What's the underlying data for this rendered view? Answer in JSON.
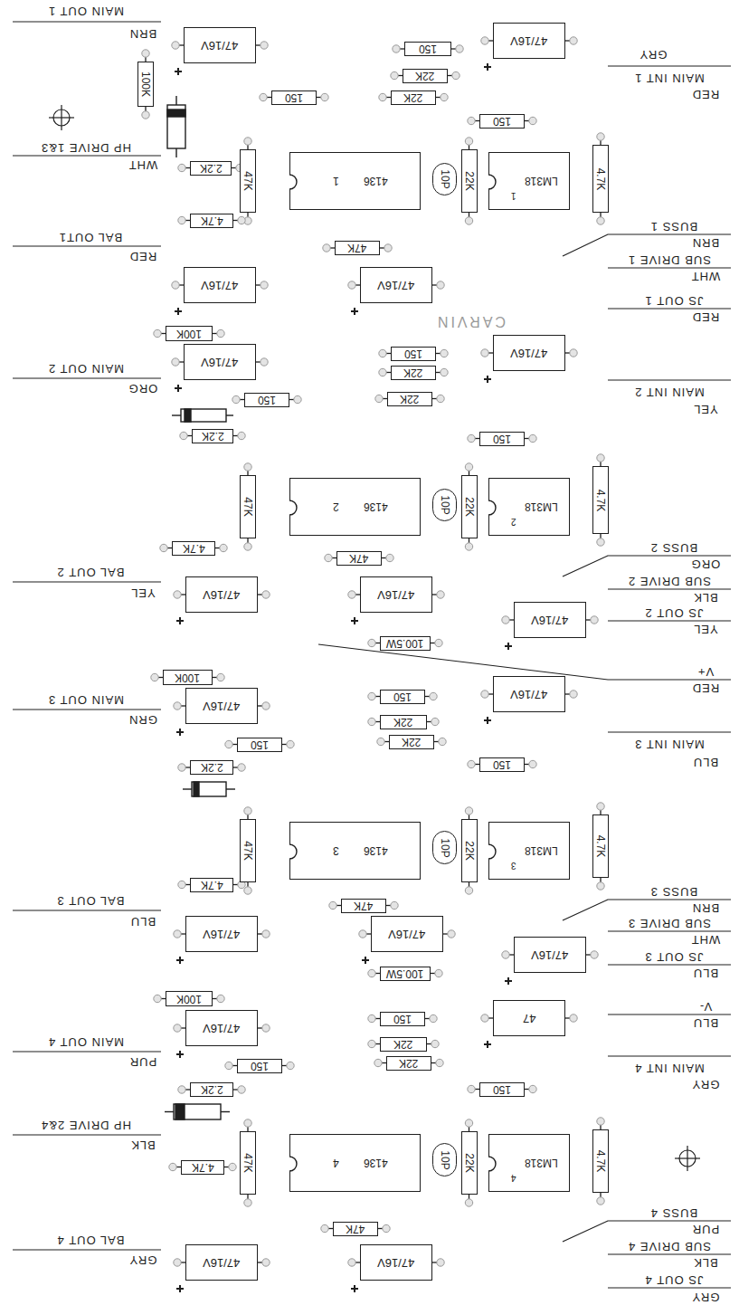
{
  "diagram": {
    "nodes": [
      {
        "text": [
          "47/16V"
        ]
      },
      {
        "text": [
          "150"
        ]
      },
      {
        "text": [
          "47/16V"
        ]
      },
      {
        "text": [
          "100K"
        ]
      },
      {
        "text": [
          "22K"
        ]
      },
      {
        "text": [
          "150"
        ]
      },
      {
        "text": [
          "22K"
        ]
      },
      {
        "text": [
          "150"
        ]
      },
      {
        "text": [
          "2.2K"
        ]
      },
      {
        "text": [
          "47K"
        ]
      },
      {
        "text": [
          "4136",
          "1"
        ]
      },
      {
        "text": [
          "10P"
        ]
      },
      {
        "text": [
          "22K"
        ]
      },
      {
        "text": [
          "LM318",
          "1"
        ]
      },
      {
        "text": [
          "4.7K"
        ]
      },
      {
        "text": [
          "4.7K"
        ]
      },
      {
        "text": [
          "47K"
        ]
      },
      {
        "text": [
          "47/16V"
        ]
      },
      {
        "text": [
          "47/16V"
        ]
      },
      {
        "text": [
          "100K"
        ]
      },
      {
        "text": [
          "47/16V"
        ]
      },
      {
        "text": [
          "150"
        ]
      },
      {
        "text": [
          "47/16V"
        ]
      },
      {
        "text": [
          "22K"
        ]
      },
      {
        "text": [
          "150"
        ]
      },
      {
        "text": [
          "22K"
        ]
      },
      {
        "text": [
          "2.2K"
        ]
      },
      {
        "text": [
          "150"
        ]
      },
      {
        "text": [
          "47K"
        ]
      },
      {
        "text": [
          "4136",
          "2"
        ]
      },
      {
        "text": [
          "10P"
        ]
      },
      {
        "text": [
          "22K"
        ]
      },
      {
        "text": [
          "LM318",
          "2"
        ]
      },
      {
        "text": [
          "4.7K"
        ]
      },
      {
        "text": [
          "4.7K"
        ]
      },
      {
        "text": [
          "47K"
        ]
      },
      {
        "text": [
          "47/16V"
        ]
      },
      {
        "text": [
          "47/16V"
        ]
      },
      {
        "text": [
          "47/16V"
        ]
      },
      {
        "text": [
          "100.5W"
        ]
      },
      {
        "text": [
          "100K"
        ]
      },
      {
        "text": [
          "47/16V"
        ]
      },
      {
        "text": [
          "150"
        ]
      },
      {
        "text": [
          "47/16V"
        ]
      },
      {
        "text": [
          "22K"
        ]
      },
      {
        "text": [
          "22K"
        ]
      },
      {
        "text": [
          "150"
        ]
      },
      {
        "text": [
          "2.2K"
        ]
      },
      {
        "text": [
          "150"
        ]
      },
      {
        "text": [
          "47K"
        ]
      },
      {
        "text": [
          "4136",
          "3"
        ]
      },
      {
        "text": [
          "10P"
        ]
      },
      {
        "text": [
          "22K"
        ]
      },
      {
        "text": [
          "LM318",
          "3"
        ]
      },
      {
        "text": [
          "4.7K"
        ]
      },
      {
        "text": [
          "4.7K"
        ]
      },
      {
        "text": [
          "47K"
        ]
      },
      {
        "text": [
          "47/16V"
        ]
      },
      {
        "text": [
          "47/16V"
        ]
      },
      {
        "text": [
          "47/16V"
        ]
      },
      {
        "text": [
          "100.5W"
        ]
      },
      {
        "text": [
          "100K"
        ]
      },
      {
        "text": [
          "47/16V"
        ]
      },
      {
        "text": [
          "150"
        ]
      },
      {
        "text": [
          "47"
        ]
      },
      {
        "text": [
          "22K"
        ]
      },
      {
        "text": [
          "22K"
        ]
      },
      {
        "text": [
          "150"
        ]
      },
      {
        "text": [
          "2.2K"
        ]
      },
      {
        "text": [
          "150"
        ]
      },
      {
        "text": [
          "47K"
        ]
      },
      {
        "text": [
          "4.7K"
        ]
      },
      {
        "text": [
          "4136",
          "4"
        ]
      },
      {
        "text": [
          "10P"
        ]
      },
      {
        "text": [
          "22K"
        ]
      },
      {
        "text": [
          "LM318",
          "4"
        ]
      },
      {
        "text": [
          "4.7K"
        ]
      },
      {
        "text": [
          "47K"
        ]
      },
      {
        "text": [
          "47/16V"
        ]
      },
      {
        "text": [
          "47/16V"
        ]
      }
    ],
    "labels": [
      "MAIN OUT 1",
      "BRN",
      "HP DRIVE 1&3",
      "WHT",
      "BAL OUT1",
      "RED",
      "MAIN OUT 2",
      "ORG",
      "BAL OUT 2",
      "YEL",
      "MAIN OUT 3",
      "GRN",
      "BAL OUT 3",
      "BLU",
      "MAIN OUT 4",
      "PUR",
      "HP DRIVE 2&4",
      "BLK",
      "BAL OUT 4",
      "GRY",
      "GRY",
      "MAIN INT 1",
      "RED",
      "BUSS 1",
      "BRN",
      "SUB DRIVE 1",
      "WHT",
      "JS OUT 1",
      "RED",
      "MAIN INT 2",
      "YEL",
      "BUSS 2",
      "ORG",
      "SUB DRIVE 2",
      "BLK",
      "JS OUT 2",
      "YEL",
      "V+",
      "RED",
      "MAIN INT 3",
      "BLU",
      "BUSS 3",
      "BRN",
      "SUB DRIVE 3",
      "WHT",
      "JS OUT 3",
      "BLU",
      "V-",
      "BLU",
      "MAIN INT 4",
      "GRY",
      "BUSS 4",
      "PUR",
      "SUB DRIVE 4",
      "BLK",
      "JS OUT 4",
      "GRY",
      "CARVIN"
    ]
  }
}
